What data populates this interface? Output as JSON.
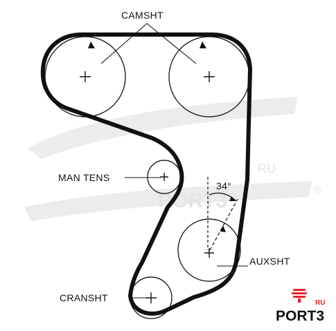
{
  "labels": {
    "camshaft": "CAMSHT",
    "manual_tensioner": "MAN TENS",
    "auxiliary_shaft": "AUXSHT",
    "crankshaft": "CRANSHT",
    "angle": "34°"
  },
  "watermark": {
    "ru": "RU",
    "port": "PORT3",
    "registered": "®"
  },
  "brand": {
    "name": "PORT3",
    "suffix": "RU",
    "accent_color": "#e8232a"
  },
  "colors": {
    "belt": "#111111",
    "pulley": "#222222",
    "watermark": "#e4e4e4"
  }
}
